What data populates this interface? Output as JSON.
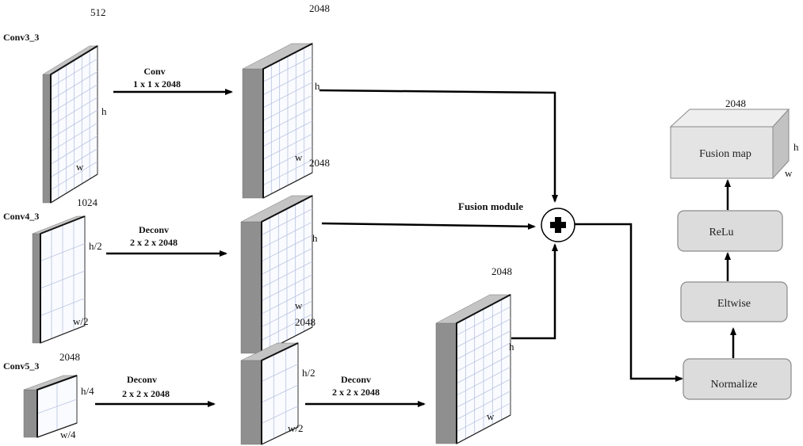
{
  "title": "Feature fusion network diagram",
  "layers": [
    {
      "id": "conv3",
      "name": "Conv3_3",
      "channels": "512",
      "height_label": "h",
      "width_label": "w"
    },
    {
      "id": "conv4",
      "name": "Conv4_3",
      "channels": "1024",
      "height_label": "h/2",
      "width_label": "w/2"
    },
    {
      "id": "conv5",
      "name": "Conv5_3",
      "channels": "2048",
      "height_label": "h/4",
      "width_label": "w/4"
    }
  ],
  "operations": [
    {
      "id": "op1",
      "name": "Conv",
      "kernel": "1 x 1 x 2048"
    },
    {
      "id": "op2",
      "name": "Deconv",
      "kernel": "2 x 2 x 2048"
    },
    {
      "id": "op3",
      "name": "Deconv",
      "kernel": "2 x 2 x 2048"
    },
    {
      "id": "op4",
      "name": "Deconv",
      "kernel": "2 x 2 x 2048"
    }
  ],
  "intermediate_maps": [
    {
      "id": "m1",
      "channels": "2048",
      "height_label": "h",
      "width_label": "w"
    },
    {
      "id": "m2",
      "channels": "2048",
      "height_label": "h",
      "width_label": "w"
    },
    {
      "id": "m3",
      "channels": "2048",
      "height_label": "h/2",
      "width_label": "w/2"
    },
    {
      "id": "m4",
      "channels": "2048",
      "height_label": "h",
      "width_label": "w"
    }
  ],
  "fusion": {
    "label": "Fusion module",
    "symbol": "+"
  },
  "pipeline": {
    "normalize": "Normalize",
    "eltwise": "Eltwise",
    "relu": "ReLu"
  },
  "output": {
    "label": "Fusion map",
    "channels": "2048",
    "height_label": "h",
    "width_label": "w"
  }
}
